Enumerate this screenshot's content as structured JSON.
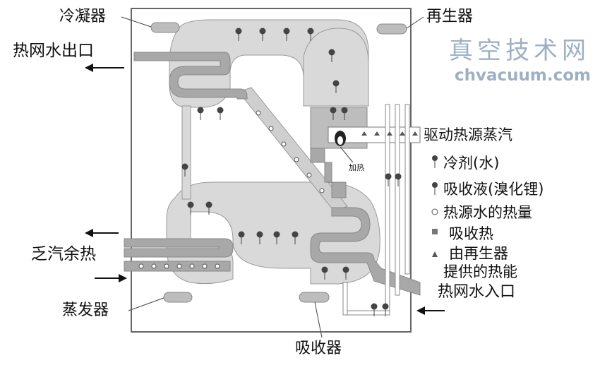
{
  "labels": {
    "condenser": "冷凝器",
    "generator": "再生器",
    "hot_water_outlet": "热网水出口",
    "waste_steam_heat": "乏汽余热",
    "evaporator": "蒸发器",
    "absorber": "吸收器",
    "hot_water_inlet": "热网水入口",
    "heating_tag": "加热"
  },
  "legend": {
    "driving_steam": "驱动热源蒸汽",
    "refrigerant": "冷剂(水)",
    "absorbent": "吸收液(溴化锂)",
    "heat_source": "热源水的热量",
    "absorbed_heat": "吸收热",
    "generator_heat_line1": "由再生器",
    "generator_heat_line2": "提供的热能"
  },
  "watermark": {
    "cn": "真空技术网",
    "url": "chvacuum.com"
  },
  "colors": {
    "vessel_fill": "#d9d9d9",
    "pipe_fill": "#a8a8a8",
    "frame_stroke": "#666666",
    "watermark": "#9db0c4"
  }
}
